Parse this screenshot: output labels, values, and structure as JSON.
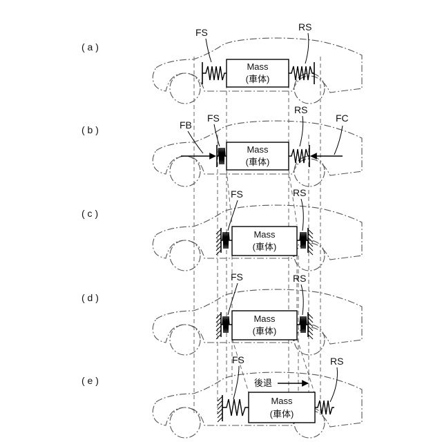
{
  "panels": [
    {
      "label": "( a )",
      "spring_front": "FS",
      "spring_rear": "RS",
      "mass_title": "Mass",
      "mass_sub": "(車体)"
    },
    {
      "label": "( b )",
      "spring_front": "FS",
      "spring_rear": "RS",
      "mass_title": "Mass",
      "mass_sub": "(車体)",
      "force_front": "FB",
      "force_rear": "FC"
    },
    {
      "label": "( c )",
      "spring_front": "FS",
      "spring_rear": "RS",
      "mass_title": "Mass",
      "mass_sub": "(車体)"
    },
    {
      "label": "( d )",
      "spring_front": "FS",
      "spring_rear": "RS",
      "mass_title": "Mass",
      "mass_sub": "(車体)"
    },
    {
      "label": "( e )",
      "spring_front": "FS",
      "spring_rear": "RS",
      "mass_title": "Mass",
      "mass_sub": "(車体)",
      "motion_label": "後退"
    }
  ]
}
